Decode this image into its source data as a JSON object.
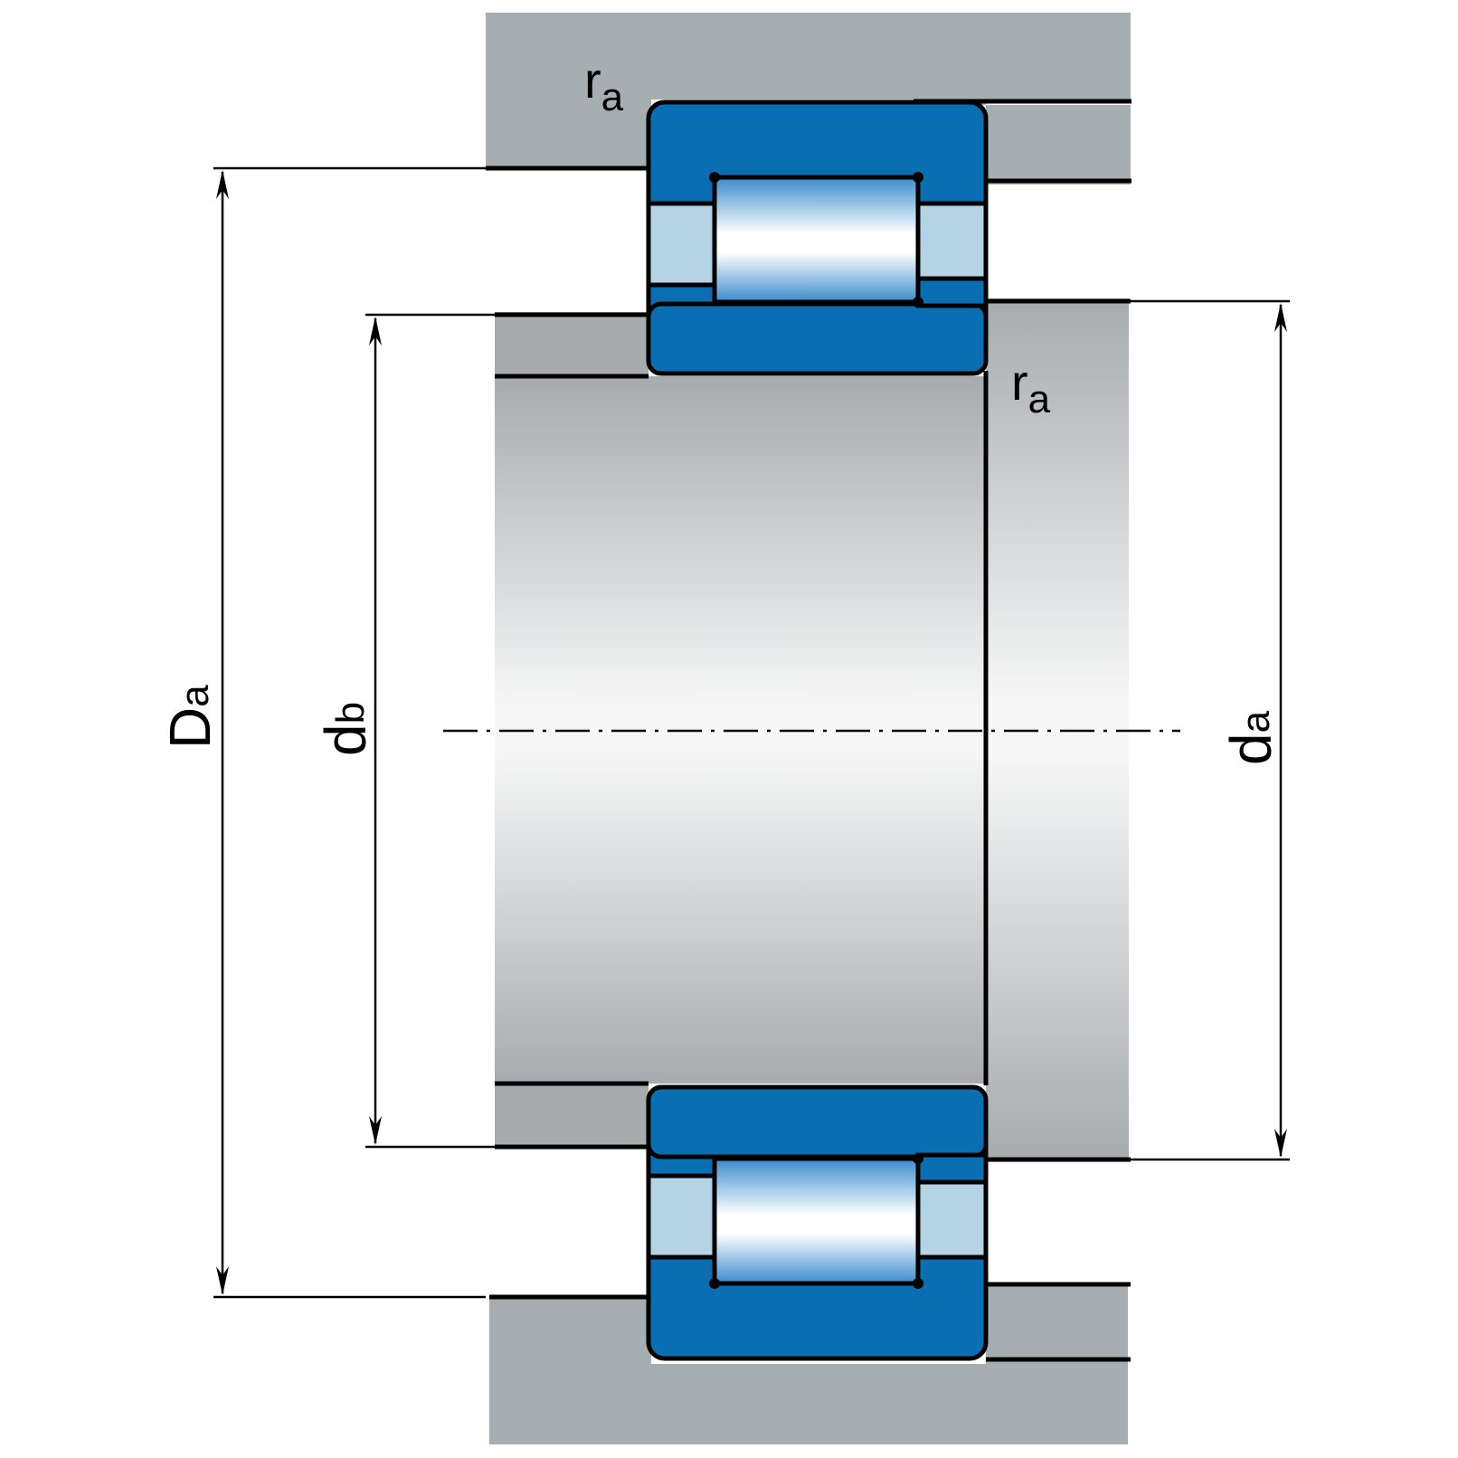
{
  "labels": {
    "housing_fillet_radius": {
      "main": "r",
      "sub": "a"
    },
    "shaft_fillet_radius": {
      "main": "r",
      "sub": "a"
    },
    "housing_abutment_diameter": {
      "main": "D",
      "sub": "a"
    },
    "inner_ring_abutment_diameter": {
      "main": "d",
      "sub": "b"
    },
    "shaft_abutment_diameter": {
      "main": "d",
      "sub": "a"
    }
  },
  "colors": {
    "bearing_ring": "#0a6fb2",
    "roller_space": "#b4d4e6",
    "housing": "#a6aeb1",
    "shaft_edge": "#a7abae",
    "shaft_center": "#f7f7f7",
    "outline": "#000000"
  }
}
